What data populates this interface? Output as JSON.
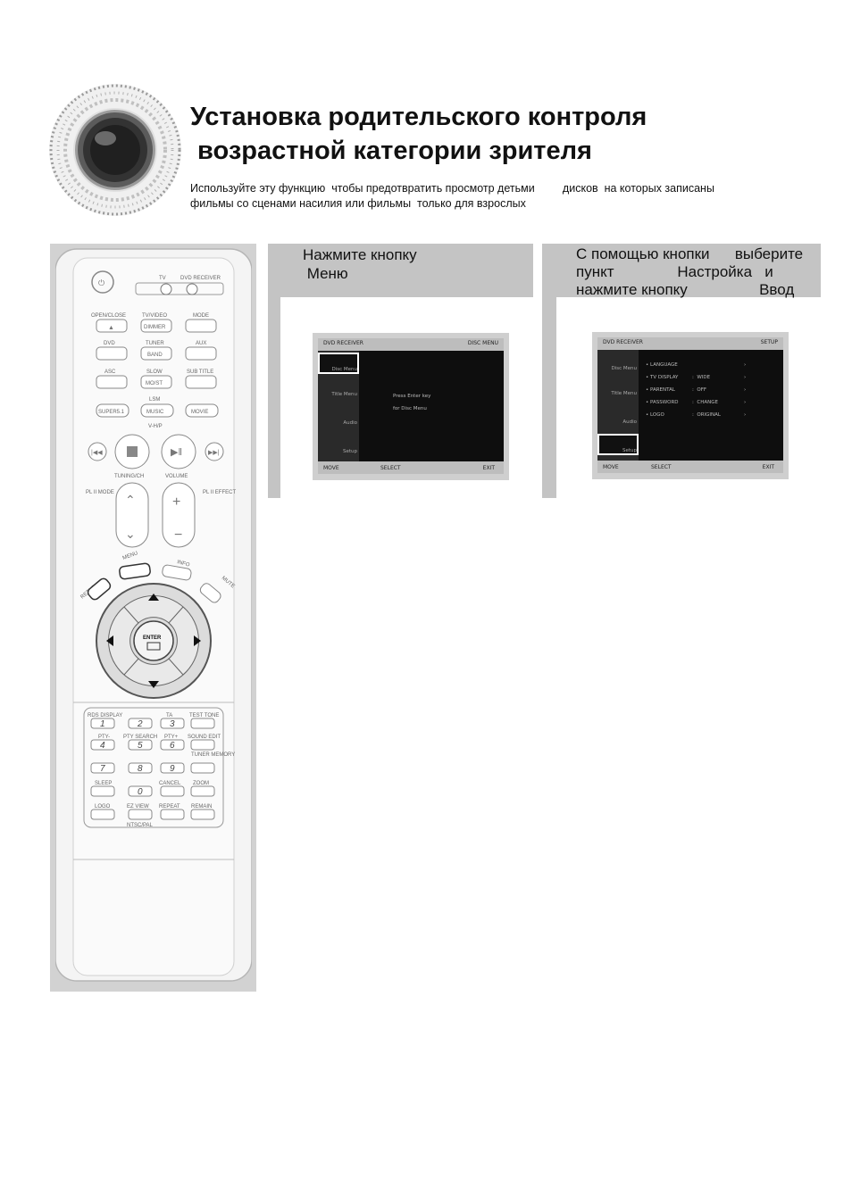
{
  "header": {
    "title_line1": "Установка родительского контроля",
    "title_line2": " возрастной категории зрителя",
    "intro_line1": "Используйте эту функцию  чтобы предотвратить просмотр детьми         дисков  на которых записаны",
    "intro_line2": "фильмы со сценами насилия или фильмы  только для взрослых"
  },
  "steps": [
    {
      "instruction_line1": "Нажмите кнопку",
      "instruction_line2": " Меню",
      "screen": {
        "top_left": "DVD RECEIVER",
        "top_right": "DISC MENU",
        "menu_items": [
          "Disc Menu",
          "Title Menu",
          "Audio",
          "Setup"
        ],
        "selected_index": 0,
        "message_line1": "Press Enter key",
        "message_line2": "for Disc Menu",
        "footer_move": "MOVE",
        "footer_select": "SELECT",
        "footer_exit": "EXIT"
      }
    },
    {
      "instruction_line1": "С помощью кнопки      выберите",
      "instruction_line2": "пункт               Настройка   и",
      "instruction_line3": "нажмите кнопку                 Ввод",
      "screen": {
        "top_left": "DVD RECEIVER",
        "top_right": "SETUP",
        "menu_items": [
          "Disc Menu",
          "Title Menu",
          "Audio",
          "Setup"
        ],
        "selected_index": 3,
        "rows": [
          {
            "label": "LANGUAGE",
            "value": ""
          },
          {
            "label": "TV DISPLAY",
            "value": "WIDE"
          },
          {
            "label": "PARENTAL",
            "value": "OFF"
          },
          {
            "label": "PASSWORD",
            "value": "CHANGE"
          },
          {
            "label": "LOGO",
            "value": "ORIGINAL"
          }
        ],
        "footer_move": "MOVE",
        "footer_select": "SELECT",
        "footer_exit": "EXIT"
      }
    }
  ],
  "remote": {
    "labels": {
      "tv": "TV",
      "dvd_receiver": "DVD RECEIVER",
      "open_close": "OPEN/CLOSE",
      "tv_video": "TV/VIDEO",
      "mode": "MODE",
      "dimmer": "DIMMER",
      "dvd": "DVD",
      "tuner": "TUNER",
      "band": "BAND",
      "aux": "AUX",
      "asc": "ASC",
      "slow": "SLOW",
      "mo_st": "MO/ST",
      "subtitle": "SUB TITLE",
      "lsm": "LSM",
      "supers": "SUPER5.1",
      "music": "MUSIC",
      "movie": "MOVIE",
      "vhp": "V-H/P",
      "tuning_ch": "TUNING/CH",
      "volume": "VOLUME",
      "pl_mode": "PL II MODE",
      "pl_effect": "PL II EFFECT",
      "menu": "MENU",
      "info": "INFO",
      "return": "RETURN",
      "mute": "MUTE",
      "enter": "ENTER",
      "rds_display": "RDS DISPLAY",
      "ta": "TA",
      "test_tone": "TEST TONE",
      "pty_minus": "PTY-",
      "pty_search": "PTY SEARCH",
      "pty_plus": "PTY+",
      "sound_edit": "SOUND EDIT",
      "tuner_memory": "TUNER MEMORY",
      "sleep": "SLEEP",
      "cancel": "CANCEL",
      "zoom": "ZOOM",
      "logo": "LOGO",
      "ez_view": "EZ VIEW",
      "repeat": "REPEAT",
      "remain": "REMAIN",
      "ntsc_pal": "NTSC/PAL"
    },
    "digits": [
      "1",
      "2",
      "3",
      "4",
      "5",
      "6",
      "7",
      "8",
      "9",
      "0"
    ]
  }
}
